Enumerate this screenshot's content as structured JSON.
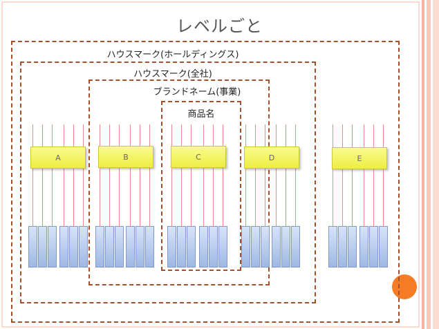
{
  "slide": {
    "title": "レベルごと"
  },
  "levels": {
    "holdings": "ハウスマーク(ホールディングス)",
    "company": "ハウスマーク(全社)",
    "business": "ブランドネーム(事業)",
    "product": "商品名"
  },
  "brands": [
    "A",
    "B",
    "C",
    "D",
    "E"
  ],
  "colors": {
    "dashed_border": "#a4502a",
    "brand_fill": "#f3f36a",
    "product_fill": "#b9cdef",
    "line": "#f08a8a",
    "accent_circle": "#f57c24",
    "side_stripe": "#f4b6a2"
  },
  "icons": {
    "accent": "orange-circle-icon"
  }
}
